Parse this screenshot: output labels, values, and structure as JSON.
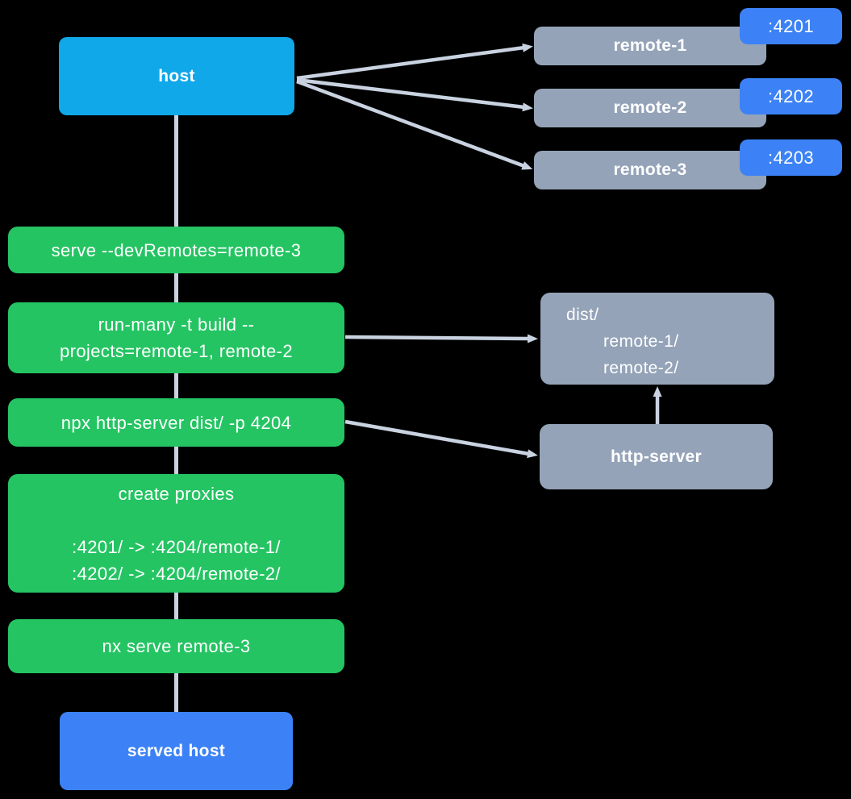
{
  "colors": {
    "background": "#000000",
    "host": "#10A8E9",
    "remote": "#94A3B8",
    "badge": "#3C82F6",
    "served_host": "#3C82F6",
    "command": "#25C463",
    "arrow": "#C9D2E0",
    "text": "#FFFFFF"
  },
  "nodes": {
    "host": {
      "label": "host"
    },
    "remotes": [
      {
        "label": "remote-1",
        "port": ":4201"
      },
      {
        "label": "remote-2",
        "port": ":4202"
      },
      {
        "label": "remote-3",
        "port": ":4203"
      }
    ],
    "commands": [
      {
        "text": "serve --devRemotes=remote-3"
      },
      {
        "text": "run-many -t build --\nprojects=remote-1, remote-2"
      },
      {
        "text": "npx http-server dist/ -p 4204"
      },
      {
        "text": "create proxies\n\n:4201/ -> :4204/remote-1/\n:4202/ -> :4204/remote-2/"
      },
      {
        "text": "nx serve remote-3"
      }
    ],
    "dist": {
      "lines": [
        "dist/",
        "remote-1/",
        "remote-2/"
      ]
    },
    "http_server": {
      "label": "http-server"
    },
    "served_host": {
      "label": "served host"
    }
  }
}
